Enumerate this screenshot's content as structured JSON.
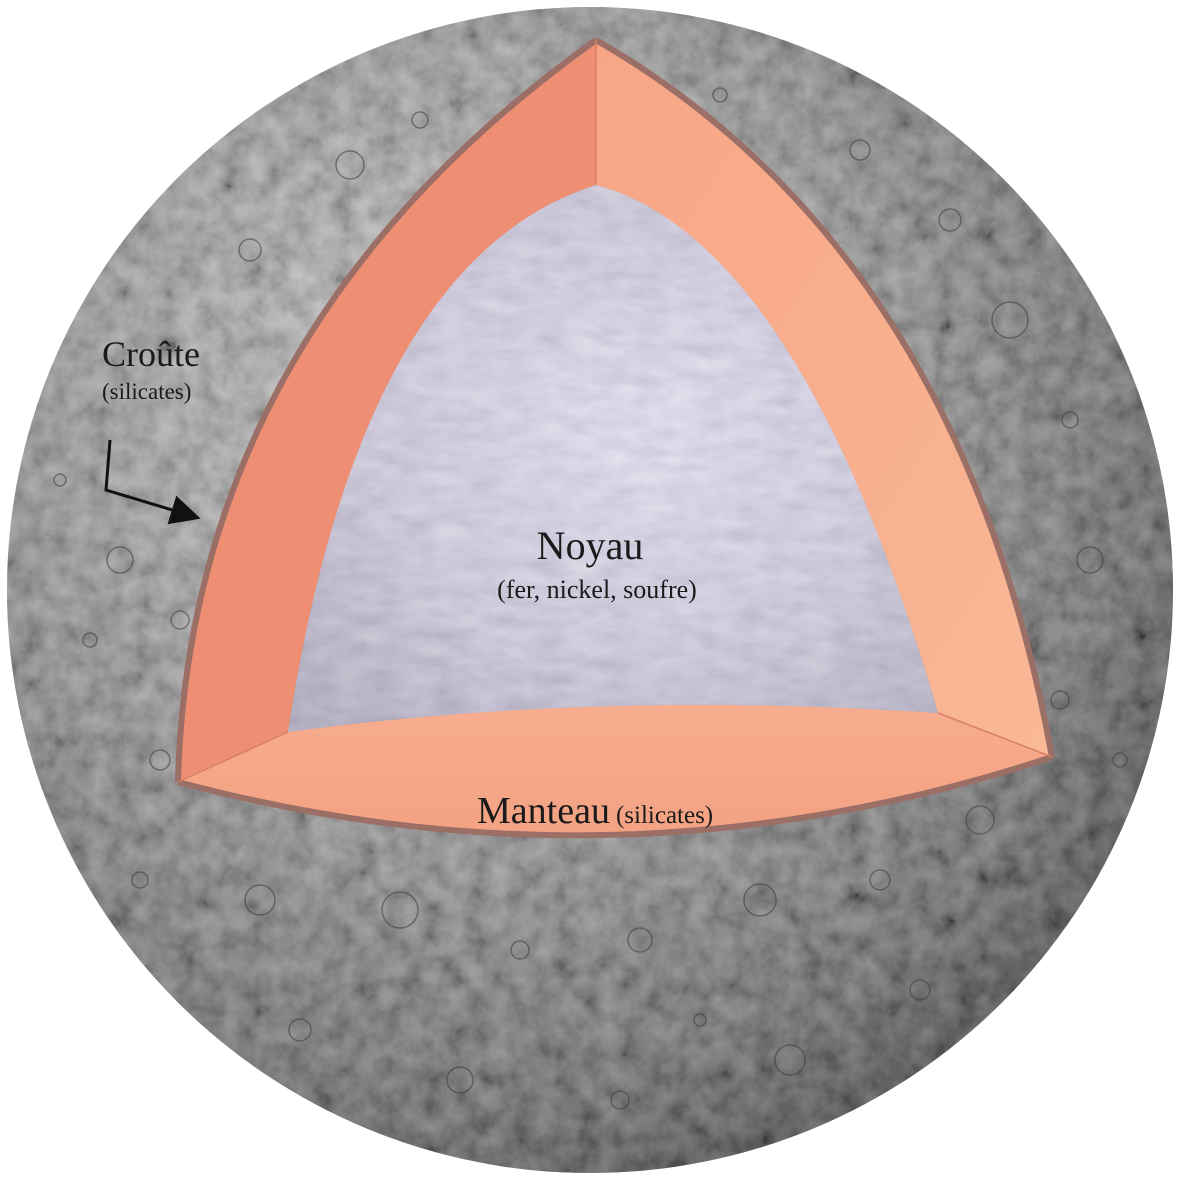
{
  "labels": {
    "crust": {
      "title": "Croûte",
      "subtitle": "(silicates)"
    },
    "core": {
      "title": "Noyau",
      "subtitle": "(fer, nickel, soufre)"
    },
    "mantle": {
      "title": "Manteau",
      "subtitle": "(silicates)"
    }
  },
  "colors": {
    "background": "#ffffff",
    "planet_surface": "#8a8a8a",
    "planet_shadow": "#2e2e2e",
    "mantle": "#f29a7c",
    "mantle_light": "#f7b493",
    "mantle_shadow": "#e27f65",
    "core": "#b7b3c6",
    "crust_rim": "#9b6e66",
    "text": "#1a1a1a"
  }
}
